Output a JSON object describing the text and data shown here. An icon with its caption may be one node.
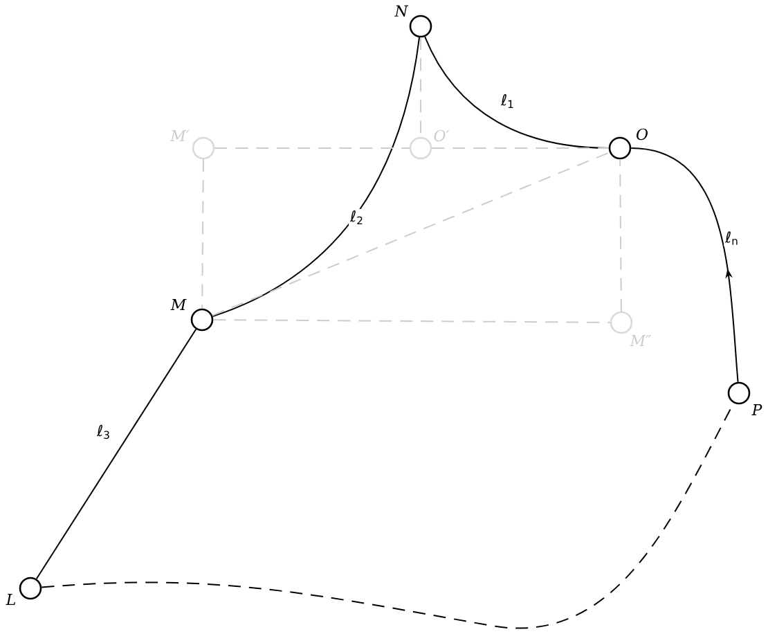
{
  "diagram": {
    "nodes": [
      {
        "text": [],
        "shape": "circle",
        "beside": [
          "N"
        ]
      },
      {
        "text": [],
        "shape": "circle",
        "beside": [
          "O"
        ]
      },
      {
        "text": [],
        "shape": "circle",
        "beside": [
          "P"
        ]
      },
      {
        "text": [],
        "shape": "circle",
        "beside": [
          "M"
        ]
      },
      {
        "text": [],
        "shape": "circle",
        "beside": [
          "L"
        ]
      },
      {
        "text": [],
        "shape": "circle",
        "beside": [
          "M′"
        ]
      },
      {
        "text": [],
        "shape": "circle",
        "beside": [
          "O′"
        ]
      },
      {
        "text": [],
        "shape": "circle",
        "beside": [
          "M″"
        ]
      }
    ],
    "edges": [
      {
        "from": 0,
        "to": 1,
        "arrow": "none",
        "label": "ℓ$_{1}$",
        "color": "#000000"
      },
      {
        "from": 3,
        "to": 0,
        "arrow": "none",
        "label": "ℓ$_{2}$",
        "color": "#000000"
      },
      {
        "from": 4,
        "to": 3,
        "arrow": "none",
        "label": "ℓ$_{3}$",
        "color": "#000000"
      },
      {
        "from": 2,
        "to": 1,
        "arrow": "to",
        "label": "ℓ$_{n}$",
        "color": "#000000"
      },
      {
        "from": 4,
        "to": 2,
        "arrow": "none",
        "style": "dashed",
        "color": "#000000"
      },
      {
        "from": 5,
        "to": 6,
        "arrow": "none",
        "style": "dashed",
        "color": "#cccccc"
      },
      {
        "from": 6,
        "to": 1,
        "arrow": "none",
        "style": "dashed",
        "color": "#cccccc"
      },
      {
        "from": 5,
        "to": 3,
        "arrow": "none",
        "style": "dashed",
        "color": "#cccccc"
      },
      {
        "from": 3,
        "to": 7,
        "arrow": "none",
        "style": "dashed",
        "color": "#cccccc"
      },
      {
        "from": 7,
        "to": 1,
        "arrow": "none",
        "style": "dashed",
        "color": "#cccccc"
      },
      {
        "from": 3,
        "to": 1,
        "arrow": "none",
        "style": "dashed",
        "color": "#cccccc"
      },
      {
        "from": 0,
        "to": 6,
        "arrow": "none",
        "style": "dashed",
        "color": "#cccccc"
      }
    ]
  }
}
